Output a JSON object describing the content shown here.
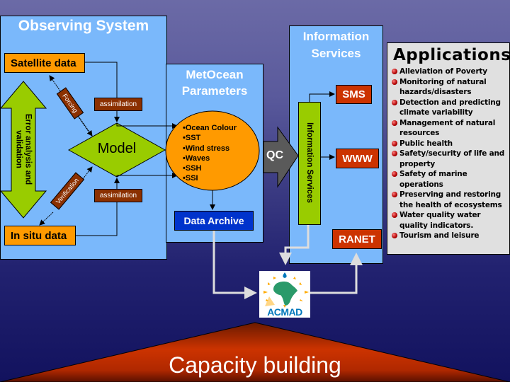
{
  "observing_system": {
    "title": "Observing System",
    "satellite_data": "Satellite data",
    "in_situ_data": "In situ data",
    "model": "Model",
    "error_analysis": "Error analysis and validation",
    "forcing": "Forcing",
    "verification": "Verification",
    "assimilation_top": "assimilation",
    "assimilation_bottom": "assimilation"
  },
  "metocean": {
    "title_line1": "MetOcean",
    "title_line2": "Parameters",
    "parameters": [
      "•Ocean Colour",
      "•SST",
      "•Wind stress",
      "•Waves",
      "•SSH",
      "•SSI"
    ],
    "data_archive": "Data Archive"
  },
  "qc": {
    "label": "QC"
  },
  "information_services": {
    "title_line1": "Information",
    "title_line2": "Services",
    "vertical_label": "Information Services",
    "outputs": {
      "sms": "SMS",
      "www": "WWW",
      "ranet": "RANET"
    }
  },
  "applications": {
    "title": "Applications",
    "items": [
      "Alleviation of Poverty",
      "Monitoring of natural hazards/disasters",
      "Detection and predicting climate variability",
      "Management of natural resources",
      "Public health",
      "Safety/security of life and property",
      "Safety of marine operations",
      "Preserving and restoring the health of ecosystems",
      "Water quality water quality indicators.",
      "Tourism and leisure"
    ]
  },
  "logo": {
    "text": "ACMAD"
  },
  "capacity_building": {
    "label": "Capacity building"
  },
  "colors": {
    "panel": "#7ab8fb",
    "orange": "#ff9a00",
    "green": "#99cc00",
    "red_box": "#cc3300",
    "brown_label": "#8b3000",
    "archive_blue": "#0033cc",
    "qc_gray": "#5a5a5a"
  }
}
